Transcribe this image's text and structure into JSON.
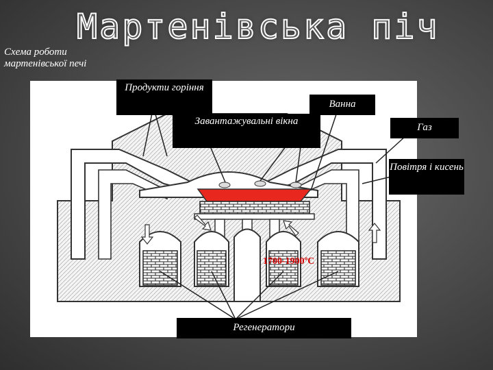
{
  "title": "Мартенівська піч",
  "subtitle": "Схема роботи мартенівської печі",
  "labels": {
    "combustion_products": "Продукти горіння",
    "bath": "Ванна",
    "loading_windows": "Завантажувальні вікна",
    "gas": "Газ",
    "air_oxygen": "Повітря і кисень",
    "regenerators": "Регенератори"
  },
  "temperature": "1700-1900ºС",
  "colors": {
    "molten_metal": "#e8281e",
    "temperature_text": "#d40000"
  }
}
